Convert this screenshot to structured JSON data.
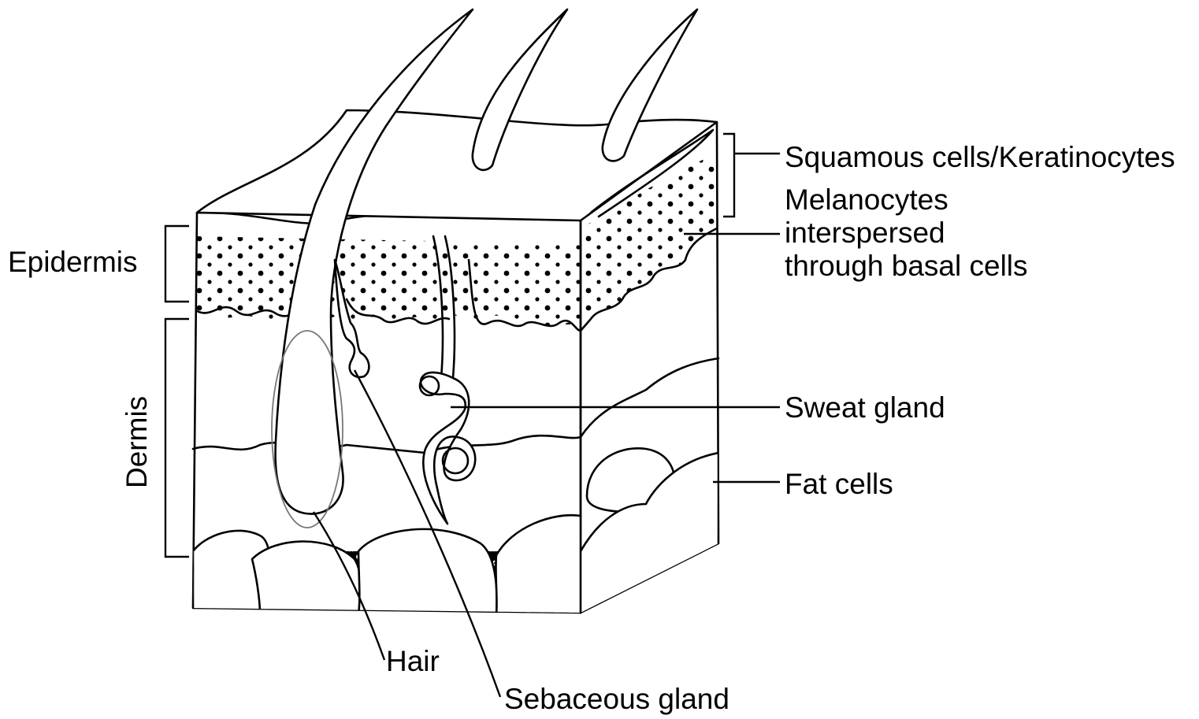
{
  "labels": {
    "squamous": "Squamous cells/Keratinocytes",
    "melanocytes_1": "Melanocytes",
    "melanocytes_2": "interspersed",
    "melanocytes_3": "through basal cells",
    "epidermis": "Epidermis",
    "dermis": "Dermis",
    "sweat_gland": "Sweat gland",
    "fat_cells": "Fat cells",
    "hair": "Hair",
    "sebaceous_gland": "Sebaceous gland"
  },
  "colors": {
    "ink": "#000000",
    "background": "#ffffff"
  }
}
